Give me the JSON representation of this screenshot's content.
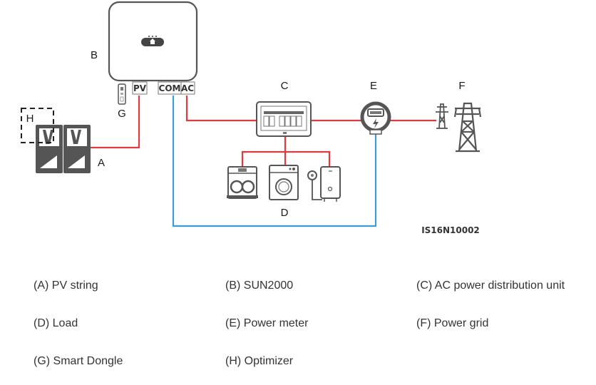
{
  "diagram": {
    "labels": {
      "A": "A",
      "B": "B",
      "C": "C",
      "D": "D",
      "E": "E",
      "F": "F",
      "G": "G",
      "H": "H"
    },
    "ports": {
      "pv": "PV",
      "com": "COM",
      "ac": "AC"
    },
    "figure_code": "IS16N10002",
    "colors": {
      "ac_line": "#e03a3e",
      "com_line": "#3b9bd8",
      "device_stroke": "#555555"
    }
  },
  "legend": [
    {
      "key": "A",
      "text": "(A) PV string"
    },
    {
      "key": "B",
      "text": "(B) SUN2000"
    },
    {
      "key": "C",
      "text": "(C) AC power distribution unit"
    },
    {
      "key": "D",
      "text": "(D) Load"
    },
    {
      "key": "E",
      "text": "(E) Power meter"
    },
    {
      "key": "F",
      "text": "(F) Power grid"
    },
    {
      "key": "G",
      "text": "(G) Smart Dongle"
    },
    {
      "key": "H",
      "text": "(H) Optimizer"
    }
  ]
}
